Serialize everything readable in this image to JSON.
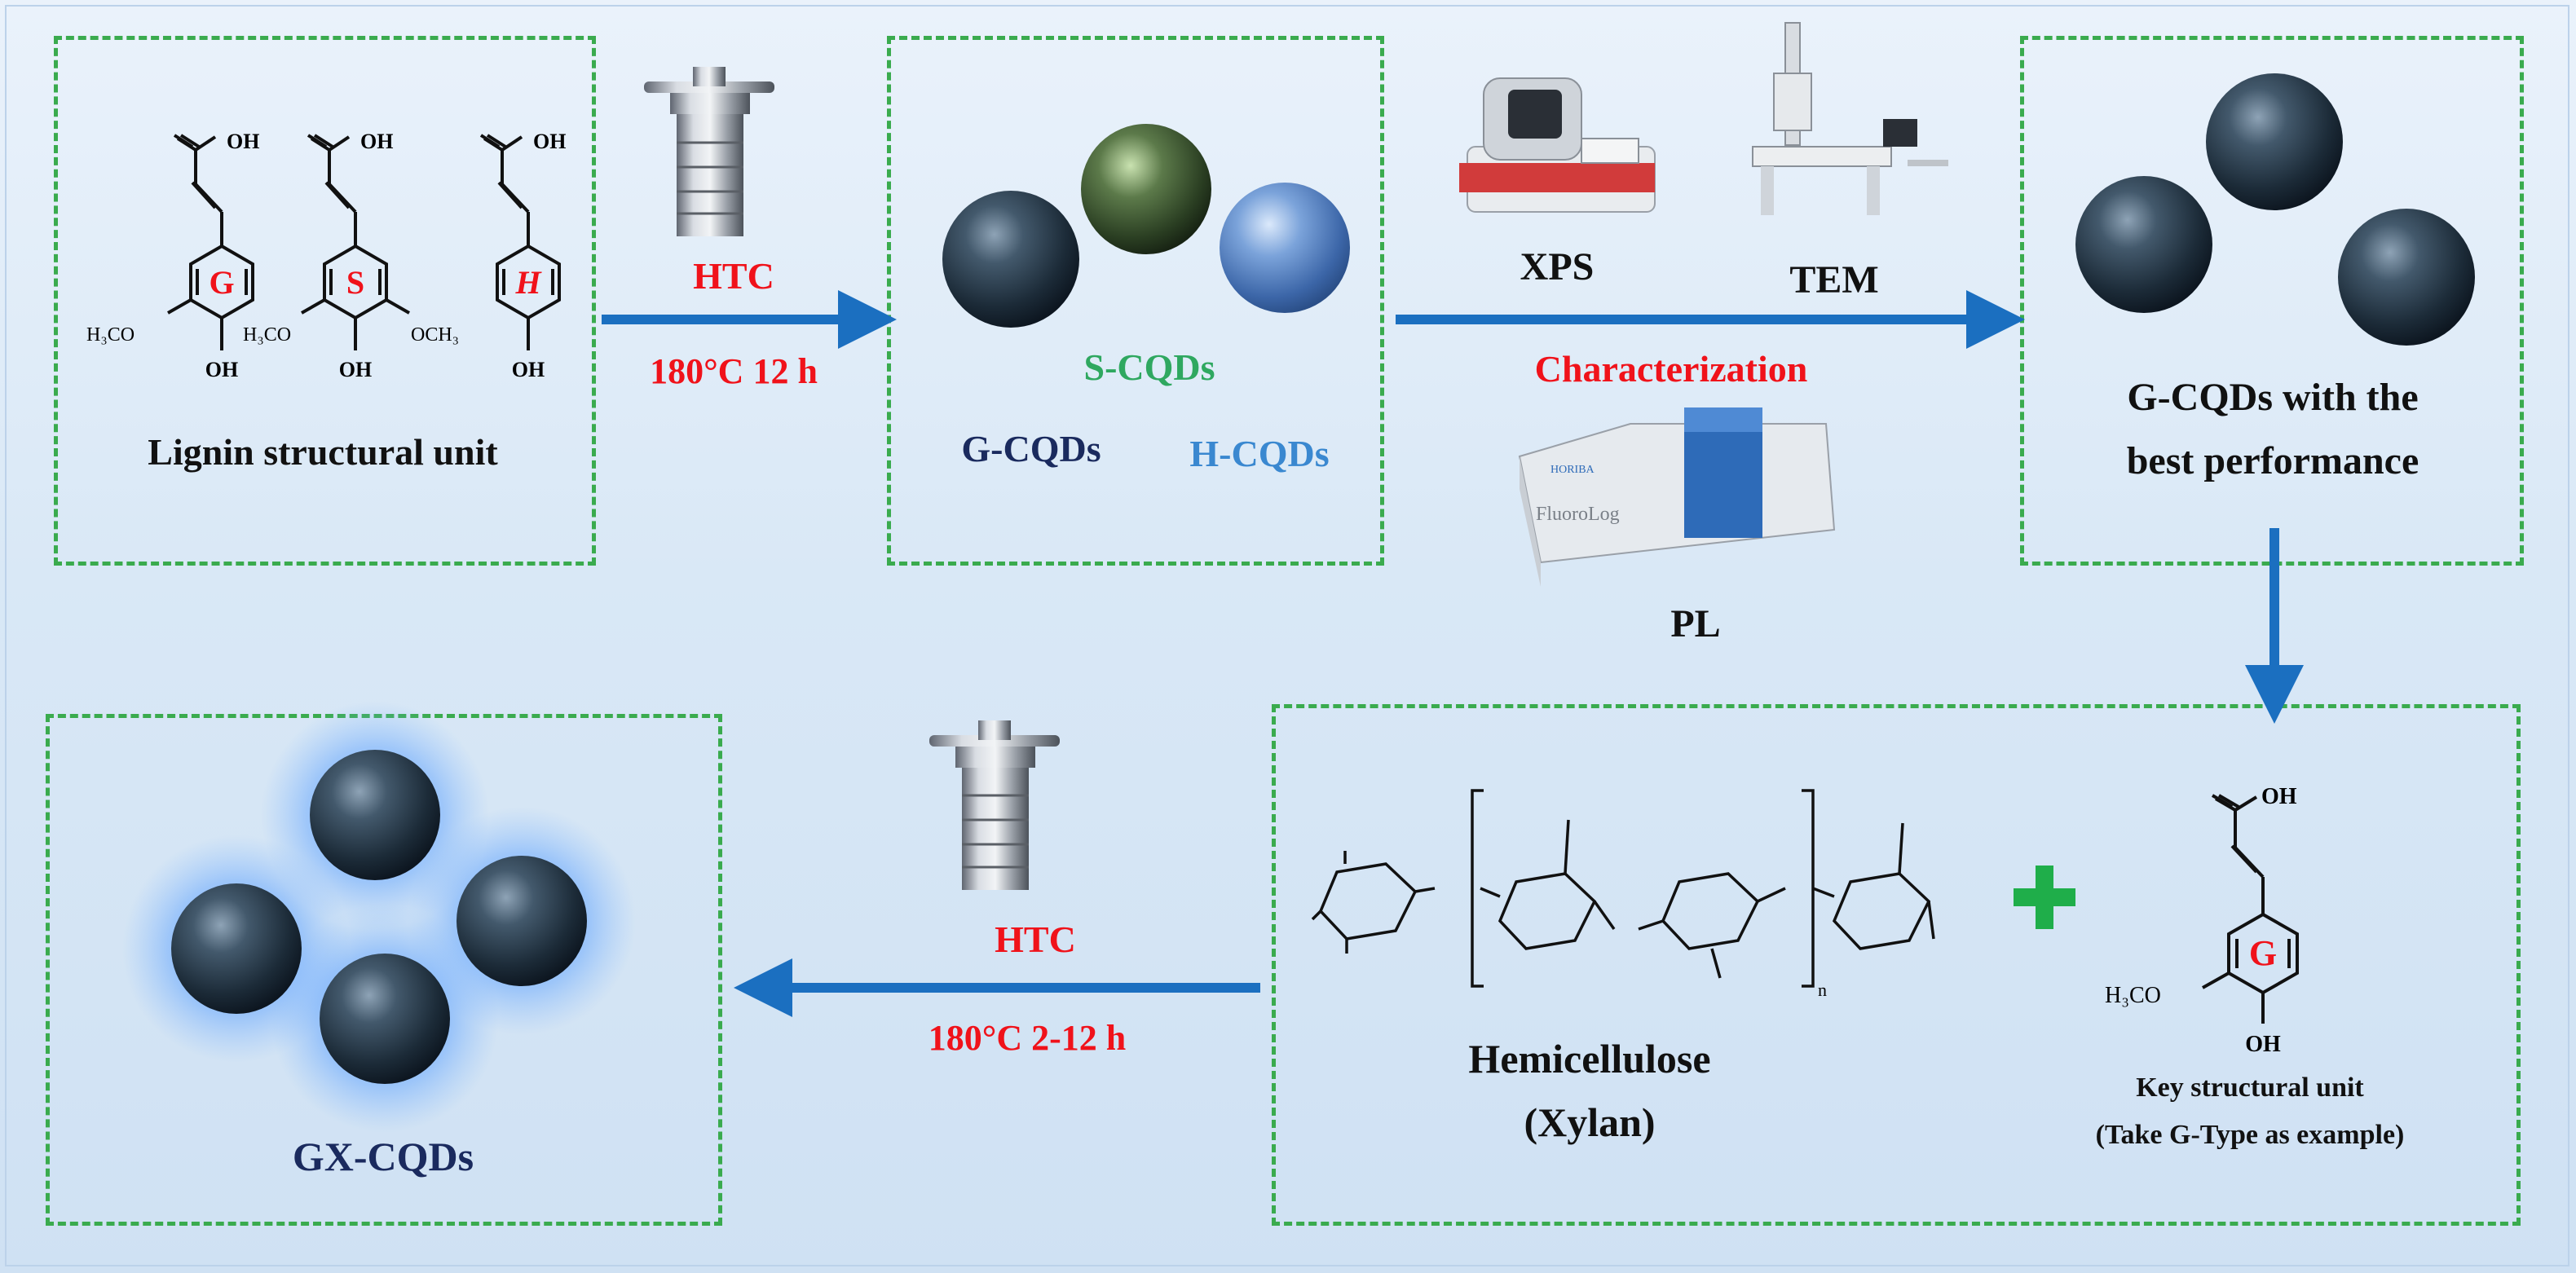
{
  "lignin": {
    "title": "Lignin structural unit",
    "g_letter": "G",
    "s_letter": "S",
    "h_letter": "H",
    "oh": "OH",
    "och3_left": "H₃CO",
    "och3_right": "OCH₃"
  },
  "step1": {
    "method": "HTC",
    "conditions": "180°C 12 h"
  },
  "cqds": {
    "s": "S-CQDs",
    "g": "G-CQDs",
    "h": "H-CQDs"
  },
  "characterization": {
    "label": "Characterization",
    "xps": "XPS",
    "tem": "TEM",
    "pl": "PL",
    "brand": "HORIBA",
    "model": "FluoroLog"
  },
  "best": {
    "line1": "G-CQDs with the",
    "line2": "best performance"
  },
  "hemi": {
    "line1": "Hemicellulose",
    "line2": "(Xylan)",
    "n": "n"
  },
  "key": {
    "line1": "Key structural unit",
    "line2": "(Take G-Type as example)"
  },
  "step2": {
    "method": "HTC",
    "conditions": "180°C 2-12 h"
  },
  "product": {
    "label": "GX-CQDs"
  },
  "colors": {
    "dash": "#3aab4e",
    "arrow": "#1b6fc0",
    "red": "#f0121a",
    "navy": "#1a2a5e",
    "s_green": "#2fa860",
    "h_blue": "#3a88d0"
  }
}
